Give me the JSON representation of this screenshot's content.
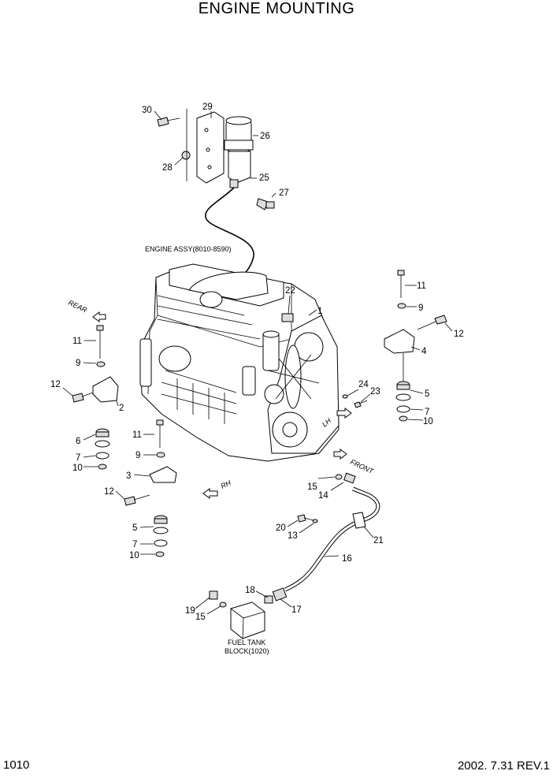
{
  "header": {
    "title": "ENGINE MOUNTING"
  },
  "footer": {
    "page_number": "1010",
    "revision": "2002. 7.31  REV.1"
  },
  "notes": {
    "engine_assy": "ENGINE ASSY(8010-8590)",
    "fuel_tank_line1": "FUEL TANK",
    "fuel_tank_line2": "BLOCK(1020)"
  },
  "directions": {
    "rear": "REAR",
    "rh": "RH",
    "lh": "LH",
    "front": "FRONT"
  },
  "callouts": [
    "1",
    "2",
    "3",
    "4",
    "5",
    "5",
    "6",
    "7",
    "7",
    "7",
    "9",
    "9",
    "9",
    "10",
    "10",
    "10",
    "11",
    "11",
    "11",
    "12",
    "12",
    "12",
    "13",
    "14",
    "15",
    "15",
    "16",
    "17",
    "18",
    "19",
    "20",
    "21",
    "22",
    "23",
    "24",
    "25",
    "26",
    "27",
    "28",
    "29",
    "30"
  ]
}
